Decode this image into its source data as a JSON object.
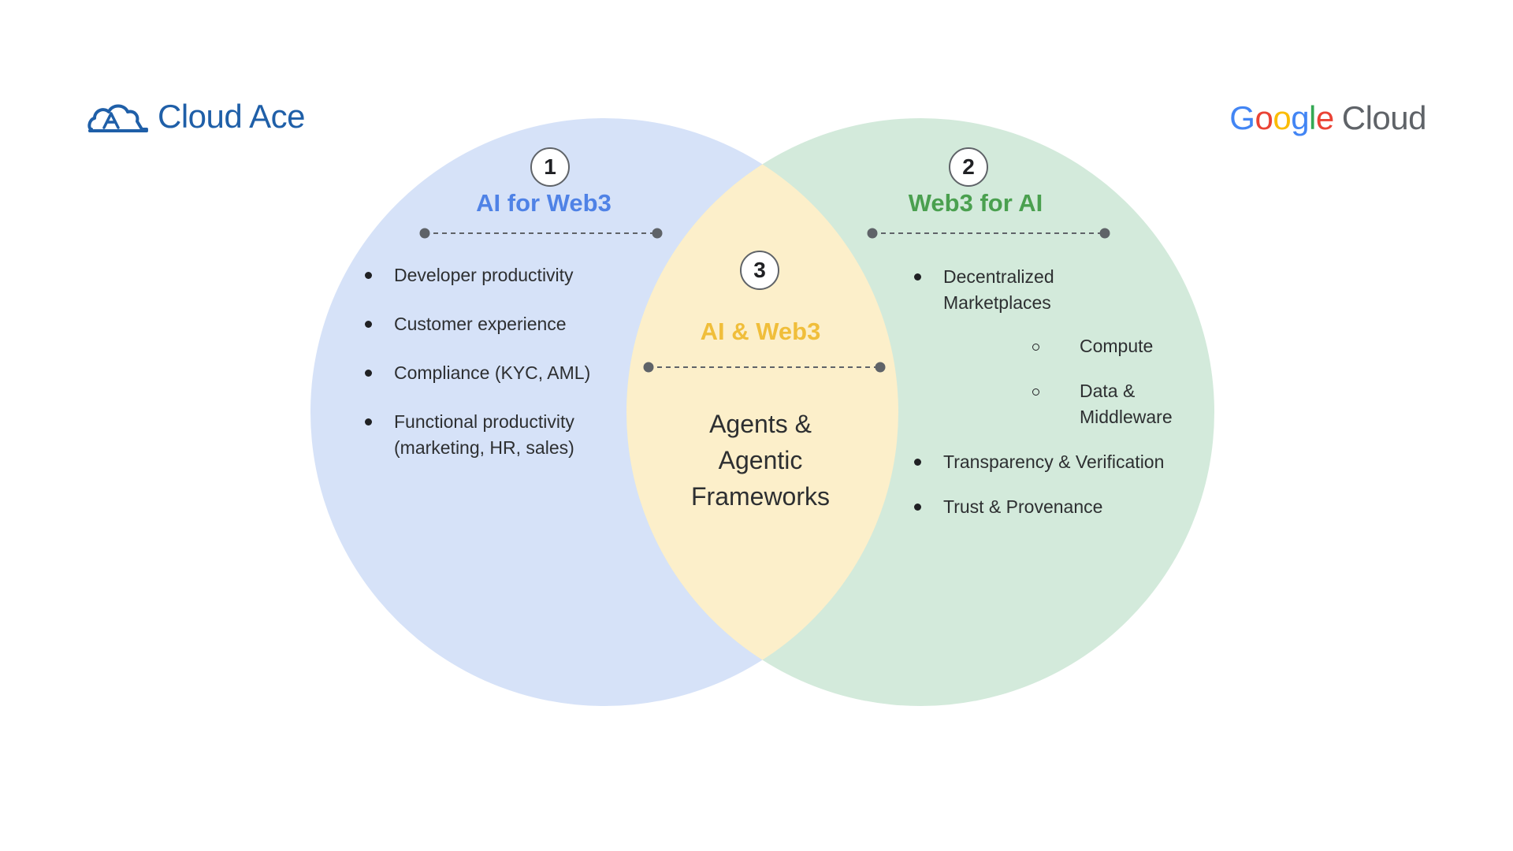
{
  "logos": {
    "left_brand": "Cloud Ace",
    "right_brand_word1": "Google",
    "right_brand_word2": "Cloud"
  },
  "colors": {
    "left_circle": "#d6e2f8",
    "right_circle": "#d3eadb",
    "overlap": "#fcefca",
    "left_heading": "#4f82e6",
    "right_heading": "#4aa04f",
    "center_heading": "#f0be3a",
    "connector": "#5f6368"
  },
  "sections": {
    "left": {
      "number": "1",
      "title": "AI for Web3",
      "items": [
        "Developer productivity",
        "Customer experience",
        "Compliance (KYC, AML)",
        "Functional productivity (marketing, HR, sales)"
      ]
    },
    "right": {
      "number": "2",
      "title": "Web3 for AI",
      "items": [
        {
          "label": "Decentralized Marketplaces",
          "subitems": [
            "Compute",
            "Data & Middleware"
          ]
        },
        {
          "label": "Transparency & Verification"
        },
        {
          "label": "Trust & Provenance"
        }
      ]
    },
    "center": {
      "number": "3",
      "title": "AI & Web3",
      "body_lines": [
        "Agents &",
        "Agentic",
        "Frameworks"
      ]
    }
  }
}
